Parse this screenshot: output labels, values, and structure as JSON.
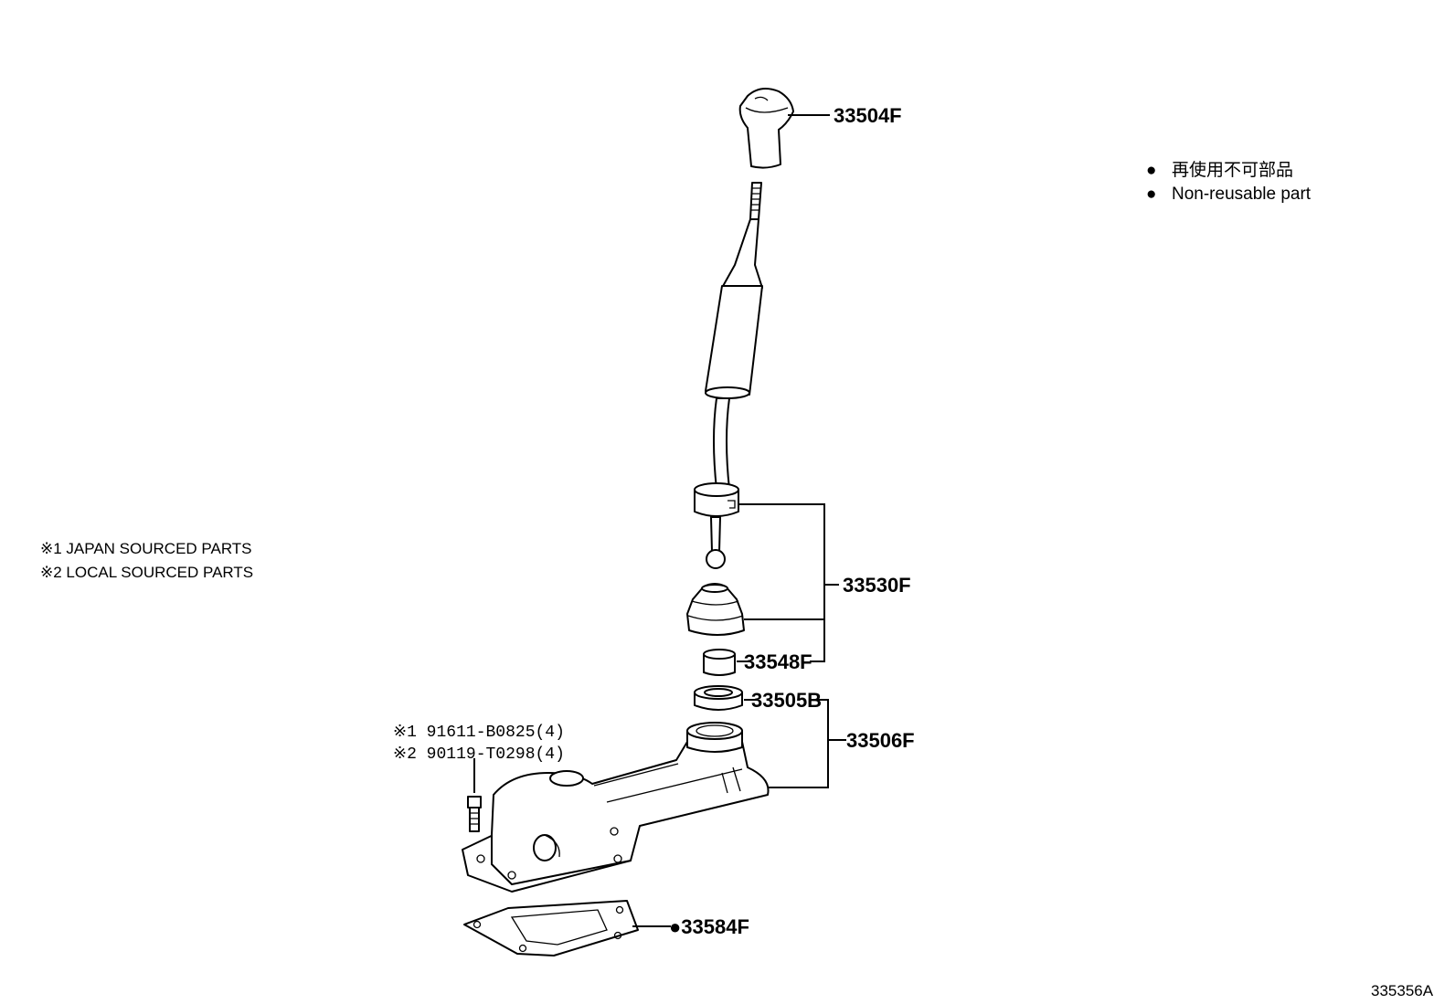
{
  "legend": {
    "bullet_symbol": "●",
    "line_jp": "再使用不可部品",
    "line_en": "Non-reusable part"
  },
  "notes": {
    "note1": "※1 JAPAN SOURCED PARTS",
    "note2": "※2 LOCAL SOURCED PARTS"
  },
  "parts": {
    "knob": "33504F",
    "lever_assembly": "33530F",
    "bushing": "33548F",
    "seat": "33505B",
    "retainer": "33506F",
    "gasket": "●33584F",
    "bolt_jp": "※1 91611-B0825(4)",
    "bolt_local": "※2 90119-T0298(4)"
  },
  "illustration_code": "335356A"
}
